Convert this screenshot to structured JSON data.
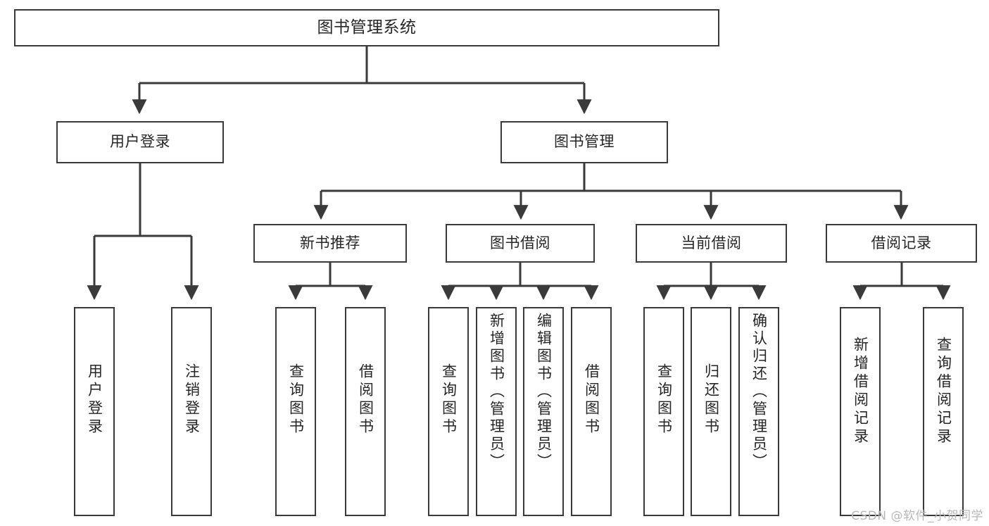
{
  "diagram": {
    "title": "图书管理系统",
    "watermark": "CSDN @软件_小贺同学",
    "root": {
      "id": "root",
      "label": "图书管理系统"
    },
    "level1": [
      {
        "id": "user-login",
        "label": "用户登录"
      },
      {
        "id": "book-management",
        "label": "图书管理"
      }
    ],
    "level2": [
      {
        "id": "new-book-recommend",
        "label": "新书推荐",
        "parent": "book-management"
      },
      {
        "id": "book-borrow",
        "label": "图书借阅",
        "parent": "book-management"
      },
      {
        "id": "current-borrow",
        "label": "当前借阅",
        "parent": "book-management"
      },
      {
        "id": "borrow-record",
        "label": "借阅记录",
        "parent": "book-management"
      }
    ],
    "leaves": {
      "user-login": [
        {
          "id": "leaf-user-login",
          "label": "用户登录"
        },
        {
          "id": "leaf-logout-login",
          "label": "注销登录"
        }
      ],
      "new-book-recommend": [
        {
          "id": "leaf-query-book-1",
          "label": "查询图书"
        },
        {
          "id": "leaf-borrow-book-1",
          "label": "借阅图书"
        }
      ],
      "book-borrow": [
        {
          "id": "leaf-query-book-2",
          "label": "查询图书"
        },
        {
          "id": "leaf-add-book",
          "label": "新增图书（管理员）"
        },
        {
          "id": "leaf-edit-book",
          "label": "编辑图书（管理员）"
        },
        {
          "id": "leaf-borrow-book-2",
          "label": "借阅图书"
        }
      ],
      "current-borrow": [
        {
          "id": "leaf-query-book-3",
          "label": "查询图书"
        },
        {
          "id": "leaf-return-book",
          "label": "归还图书"
        },
        {
          "id": "leaf-confirm-return",
          "label": "确认归还（管理员）"
        }
      ],
      "borrow-record": [
        {
          "id": "leaf-add-record",
          "label": "新增借阅记录"
        },
        {
          "id": "leaf-query-record",
          "label": "查询借阅记录"
        }
      ]
    },
    "colors": {
      "stroke": "#3a3a3a",
      "text": "#262626",
      "background": "#ffffff",
      "watermark": "#b8b8b8"
    }
  }
}
